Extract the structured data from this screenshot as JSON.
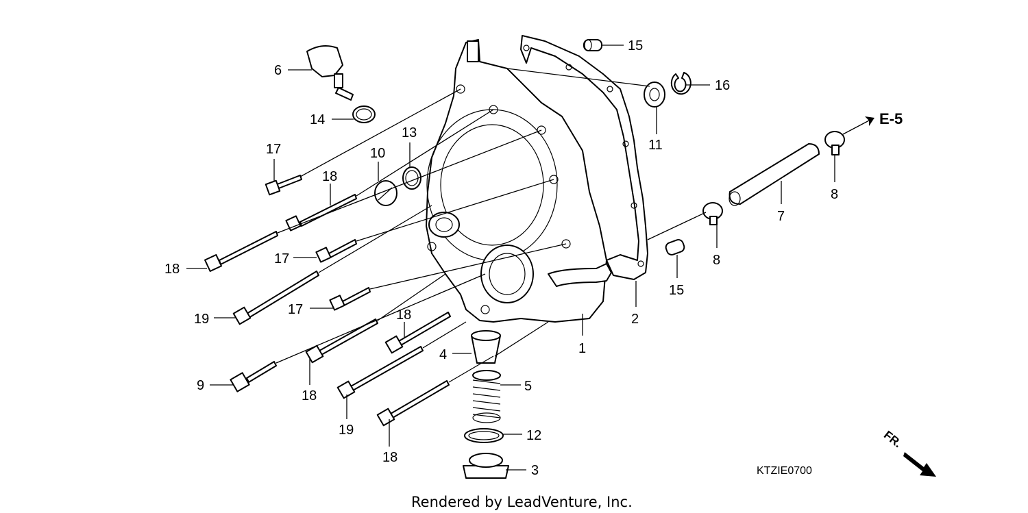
{
  "diagram": {
    "callouts": {
      "c1": "1",
      "c2": "2",
      "c3": "3",
      "c4": "4",
      "c5": "5",
      "c6": "6",
      "c7": "7",
      "c8a": "8",
      "c8b": "8",
      "c9": "9",
      "c10": "10",
      "c11": "11",
      "c12": "12",
      "c13": "13",
      "c14": "14",
      "c15a": "15",
      "c15b": "15",
      "c16": "16",
      "c17a": "17",
      "c17b": "17",
      "c17c": "17",
      "c18a": "18",
      "c18b": "18",
      "c18c": "18",
      "c18d": "18",
      "c18e": "18",
      "c19a": "19",
      "c19b": "19"
    },
    "ref_e5": "E-5",
    "fr_label": "FR.",
    "code": "KTZIE0700",
    "credit": "Rendered by LeadVenture, Inc."
  }
}
